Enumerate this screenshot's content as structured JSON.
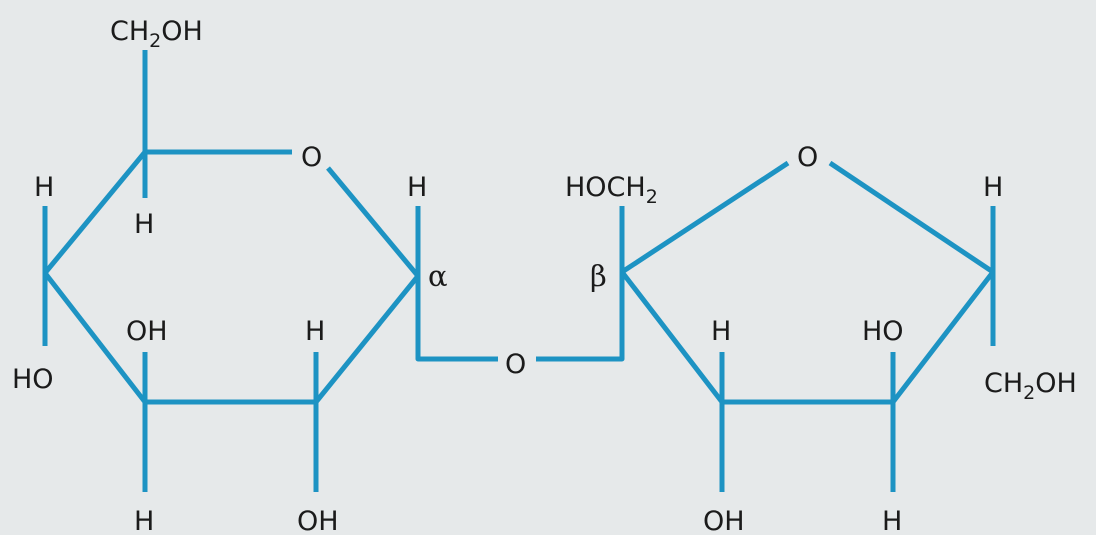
{
  "colors": {
    "background": "#e6e9ea",
    "bond": "#1d93c3",
    "text": "#1b1b1b"
  },
  "glucose": {
    "ch2oh": {
      "main1": "CH",
      "sub": "2",
      "main2": "OH"
    },
    "ring_oxygen": "O",
    "h_c5": "H",
    "h_c4_top": "H",
    "ho_c4": "HO",
    "oh_c3": "OH",
    "h_c3": "H",
    "h_c2": "H",
    "oh_c2": "OH",
    "h_c1": "H",
    "alpha": "α"
  },
  "bridge": {
    "oxygen": "O"
  },
  "fructose": {
    "hoch2": {
      "main": "HOCH",
      "sub": "2"
    },
    "ring_oxygen": "O",
    "beta": "β",
    "h_c3": "H",
    "oh_c3": "OH",
    "ho_c4": "HO",
    "h_c4": "H",
    "h_c5": "H",
    "ch2oh": {
      "main1": "CH",
      "sub": "2",
      "main2": "OH"
    }
  }
}
